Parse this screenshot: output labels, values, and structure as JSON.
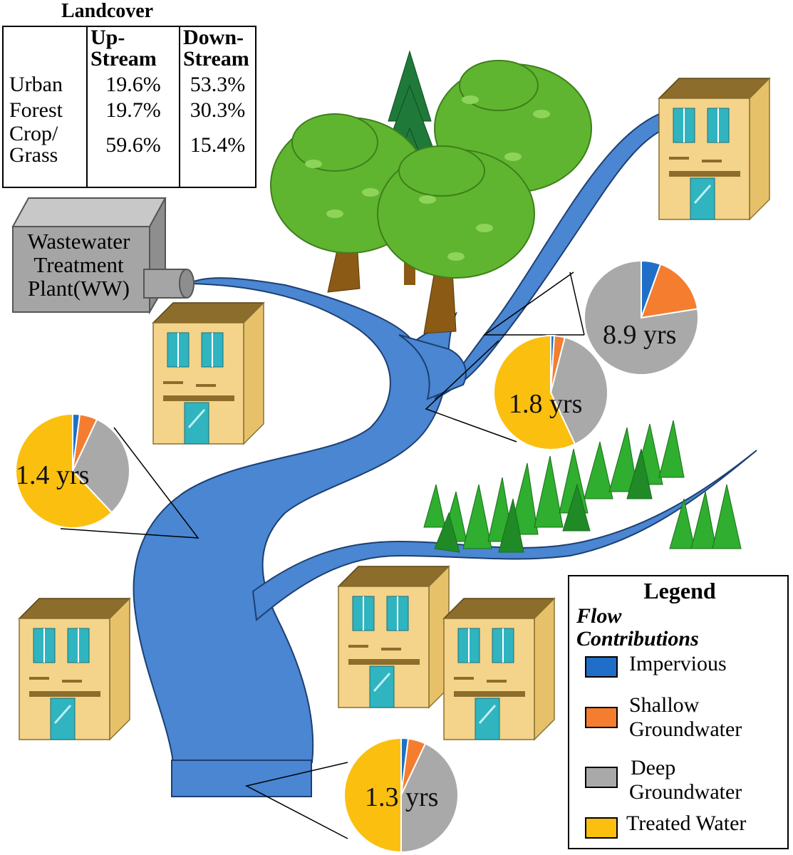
{
  "landcover": {
    "title": "Landcover",
    "columns": [
      "Up-\nStream",
      "Down-\nStream"
    ],
    "col_up_1": "Up-",
    "col_up_2": "Stream",
    "col_down_1": "Down-",
    "col_down_2": "Stream",
    "rows": [
      {
        "label": "Urban",
        "up": "19.6%",
        "down": "53.3%"
      },
      {
        "label": "Forest",
        "up": "19.7%",
        "down": "30.3%"
      },
      {
        "label_1": "Crop/",
        "label_2": "Grass",
        "up": "59.6%",
        "down": "15.4%"
      }
    ]
  },
  "plant": {
    "line_1": "Wastewater",
    "line_2": "Treatment",
    "line_3": "Plant(WW)"
  },
  "pies": [
    {
      "label": "8.9 yrs",
      "impervious": 0.055,
      "shallow": 0.17,
      "deep": 0.775,
      "treated": 0.0
    },
    {
      "label": "1.8 yrs",
      "impervious": 0.01,
      "shallow": 0.03,
      "deep": 0.39,
      "treated": 0.57
    },
    {
      "label": "1.4 yrs",
      "impervious": 0.02,
      "shallow": 0.05,
      "deep": 0.31,
      "treated": 0.62
    },
    {
      "label": "1.3 yrs",
      "impervious": 0.02,
      "shallow": 0.05,
      "deep": 0.43,
      "treated": 0.5
    }
  ],
  "legend": {
    "title": "Legend",
    "subtitle_1": "Flow",
    "subtitle_2": "Contributions",
    "items": [
      {
        "label_1": "Impervious",
        "label_2": "",
        "color": "#1f6fc8"
      },
      {
        "label_1": "Shallow",
        "label_2": "Groundwater",
        "color": "#f47d30"
      },
      {
        "label_1": "Deep",
        "label_2": "Groundwater",
        "color": "#a9a9a9"
      },
      {
        "label_1": "Treated Water",
        "label_2": "",
        "color": "#fbbf0f"
      }
    ]
  },
  "colors": {
    "river": "#4a86d1",
    "building": "#f4d38a",
    "roof": "#8c6d2b",
    "tree": "#5fb52f",
    "trunk": "#8b5a14",
    "grass": "#2fae2f",
    "plant": "#a5a5a5"
  }
}
